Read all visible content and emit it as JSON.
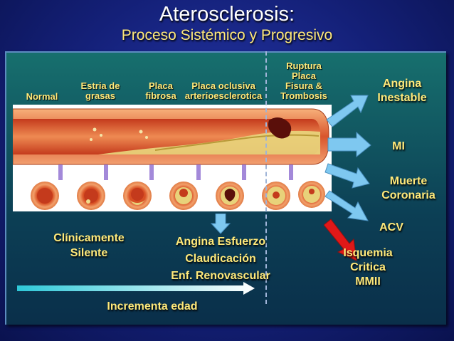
{
  "title": "Aterosclerosis:",
  "subtitle": "Proceso Sistémico y Progresivo",
  "stages": [
    {
      "label": "Normal"
    },
    {
      "label": "Estria de\ngrasas"
    },
    {
      "label": "Placa\nfibrosa"
    },
    {
      "label": "Placa oclusiva\narterioesclerotica"
    },
    {
      "label": "Ruptura\nPlaca\nFisura &\nTrombosis"
    }
  ],
  "outcomes": [
    {
      "label": "Angina\nInestable"
    },
    {
      "label": "MI"
    },
    {
      "label": "Muerte\nCoronaria"
    },
    {
      "label": "ACV"
    },
    {
      "label": "Isquemia\nCritica\nMMII"
    }
  ],
  "bottom": {
    "silent": "Clínicamente\nSilente",
    "symptoms": [
      "Angina Esfuerzo",
      "Claudicación",
      "Enf. Renovascular"
    ],
    "age_label": "Incrementa edad"
  },
  "colors": {
    "background": "#142078",
    "accent_yellow": "#ffe97a",
    "arrow_blue": "#7ec8f0",
    "arrow_red": "#e01818"
  }
}
